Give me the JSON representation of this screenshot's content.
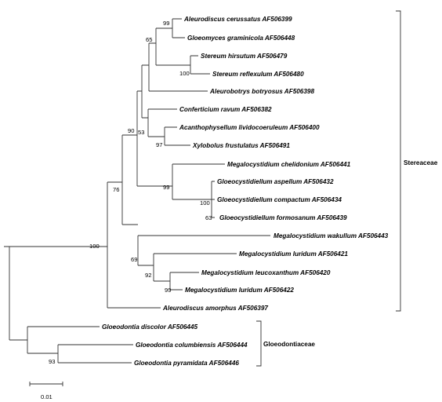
{
  "tree": {
    "taxa": [
      "Aleurodiscus cerussatus AF506399",
      "Gloeomyces graminicola AF506448",
      "Stereum hirsutum AF506479",
      "Stereum reflexulum AF506480",
      "Aleurobotrys botryosus AF506398",
      "Conferticium ravum AF506382",
      "Acanthophysellum lividocoeruleum AF506400",
      "Xylobolus frustulatus AF506491",
      "Megalocystidium chelidonium AF506441",
      "Gloeocystidiellum aspellum AF506432",
      "Gloeocystidiellum compactum AF506434",
      "Gloeocystidiellum formosanum AF506439",
      "Megalocystidium wakullum AF506443",
      "Megalocystidium luridum AF506421",
      "Megalocystidium leucoxanthum AF506420",
      "Megalocystidium luridum AF506422",
      "Aleurodiscus amorphus AF506397",
      "Gloeodontia discolor AF506445",
      "Gloeodontia columbiensis AF506444",
      "Gloeodontia pyramidata AF506446"
    ],
    "support_values": [
      "99",
      "65",
      "100",
      "53",
      "97",
      "90",
      "99",
      "100",
      "63",
      "76",
      "69",
      "92",
      "99",
      "100",
      "93"
    ],
    "groups": [
      "Stereaceae",
      "Gloeodontiaceae"
    ],
    "scale_bar_label": "0.01"
  }
}
